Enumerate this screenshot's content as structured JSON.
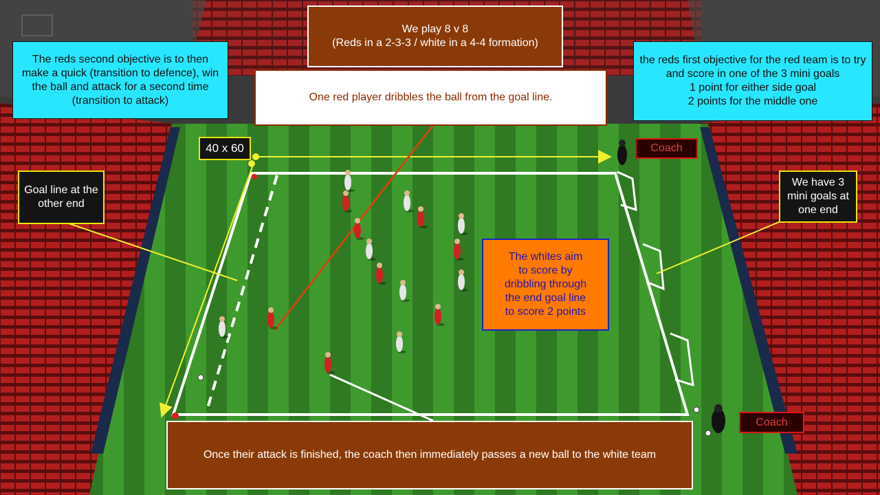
{
  "labels": {
    "formation_line1": "We play 8 v 8",
    "formation_line2": "(Reds in a 2-3-3 / white in a 4-4 formation)",
    "red_dribble": "One red player dribbles the ball from the goal line.",
    "second_objective": "The reds second objective is to then make a quick (transition to defence), win the ball and attack for a second time (transition to attack)",
    "first_objective": "the reds first objective for the red team is to try\nand score in one of the 3 mini goals\n1 point for either side goal\n2 points for the middle one",
    "pitch_size": "40 x 60",
    "coach_top": "Coach",
    "coach_bottom": "Coach",
    "goal_line": "Goal line at the other end",
    "mini_goals": "We have 3 mini goals at one end",
    "whites_aim": "The whites aim\nto score by\ndribbling through\nthe end goal line\nto score 2 points",
    "new_ball": "Once their attack is finished, the coach then immediately passes a new ball to the white team"
  },
  "colors": {
    "grass_dark": "#2f7a22",
    "grass_light": "#3f9a2e",
    "red_team": "#d42020",
    "white_team": "#e6e6e6",
    "callout_cyan": "#28e6ff",
    "callout_brown": "#8a3a08",
    "callout_orange": "#ff7a00",
    "arrow_yellow": "#f0f030"
  },
  "players": {
    "red_count": 8,
    "white_count": 8
  }
}
